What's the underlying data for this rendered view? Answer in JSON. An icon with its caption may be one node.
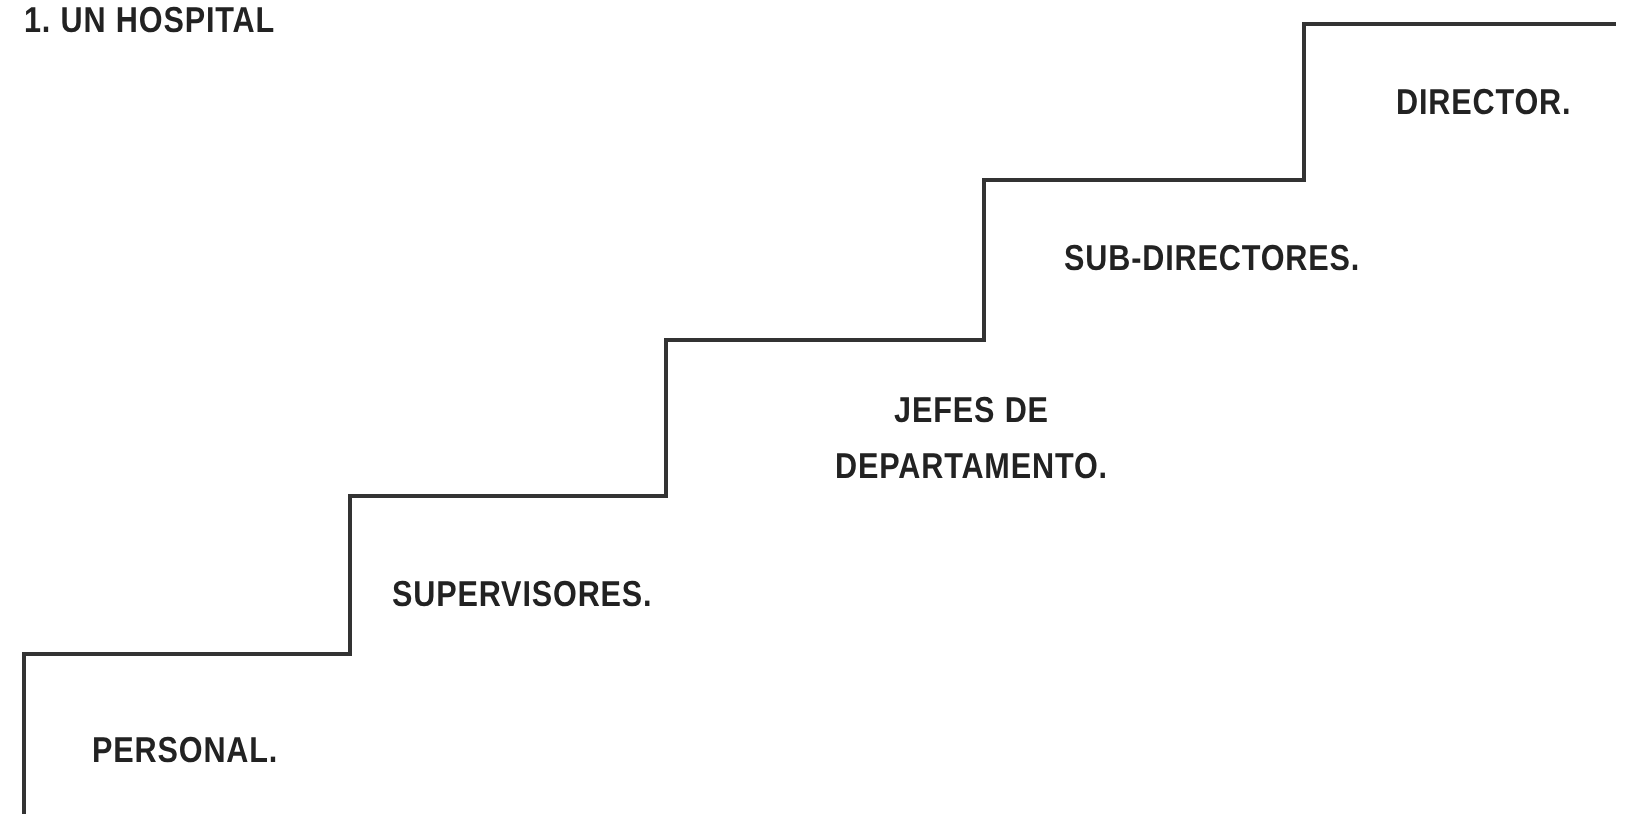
{
  "diagram": {
    "title": "1. UN HOSPITAL",
    "labels": [
      "DIRECTOR.",
      "SUB-DIRECTORES.",
      "JEFES DE DEPARTAMENTO.",
      "SUPERVISORES.",
      "PERSONAL."
    ]
  }
}
